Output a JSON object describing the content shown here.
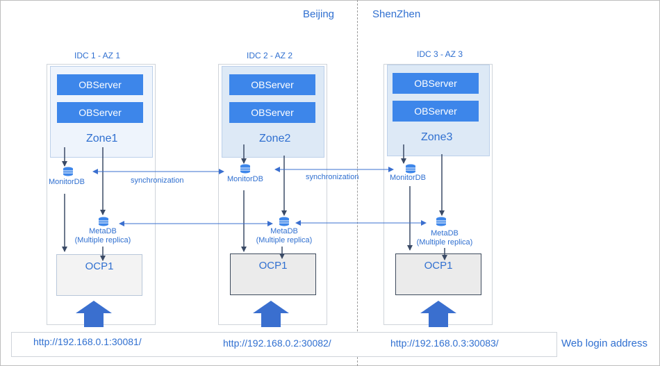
{
  "regions": {
    "beijing": "Beijing",
    "shenzhen": "ShenZhen"
  },
  "idcs": [
    {
      "title": "IDC 1 - AZ 1",
      "obs1": "OBServer",
      "obs2": "OBServer",
      "zone": "Zone1",
      "monitor": "MonitorDB",
      "meta_line1": "MetaDB",
      "meta_line2": "(Multiple replica)",
      "ocp": "OCP1",
      "url": "http://192.168.0.1:30081/"
    },
    {
      "title": "IDC 2 - AZ 2",
      "obs1": "OBServer",
      "obs2": "OBServer",
      "zone": "Zone2",
      "monitor": "MonitorDB",
      "meta_line1": "MetaDB",
      "meta_line2": "(Multiple replica)",
      "ocp": "OCP1",
      "url": "http://192.168.0.2:30082/"
    },
    {
      "title": "IDC 3 - AZ 3",
      "obs1": "OBServer",
      "obs2": "OBServer",
      "zone": "Zone3",
      "monitor": "MonitorDB",
      "meta_line1": "MetaDB",
      "meta_line2": "(Multiple replica)",
      "ocp": "OCP1",
      "url": "http://192.168.0.3:30083/"
    }
  ],
  "sync_labels": [
    "synchronization",
    "synchronization"
  ],
  "web_login_label": "Web login address",
  "colors": {
    "accent_text": "#2f6fd0",
    "server_fill": "#3d86ea",
    "upload_arrow": "#3a6fcf",
    "connector": "#3a4a66"
  },
  "icons": [
    "database-icon",
    "up-arrow-icon"
  ]
}
